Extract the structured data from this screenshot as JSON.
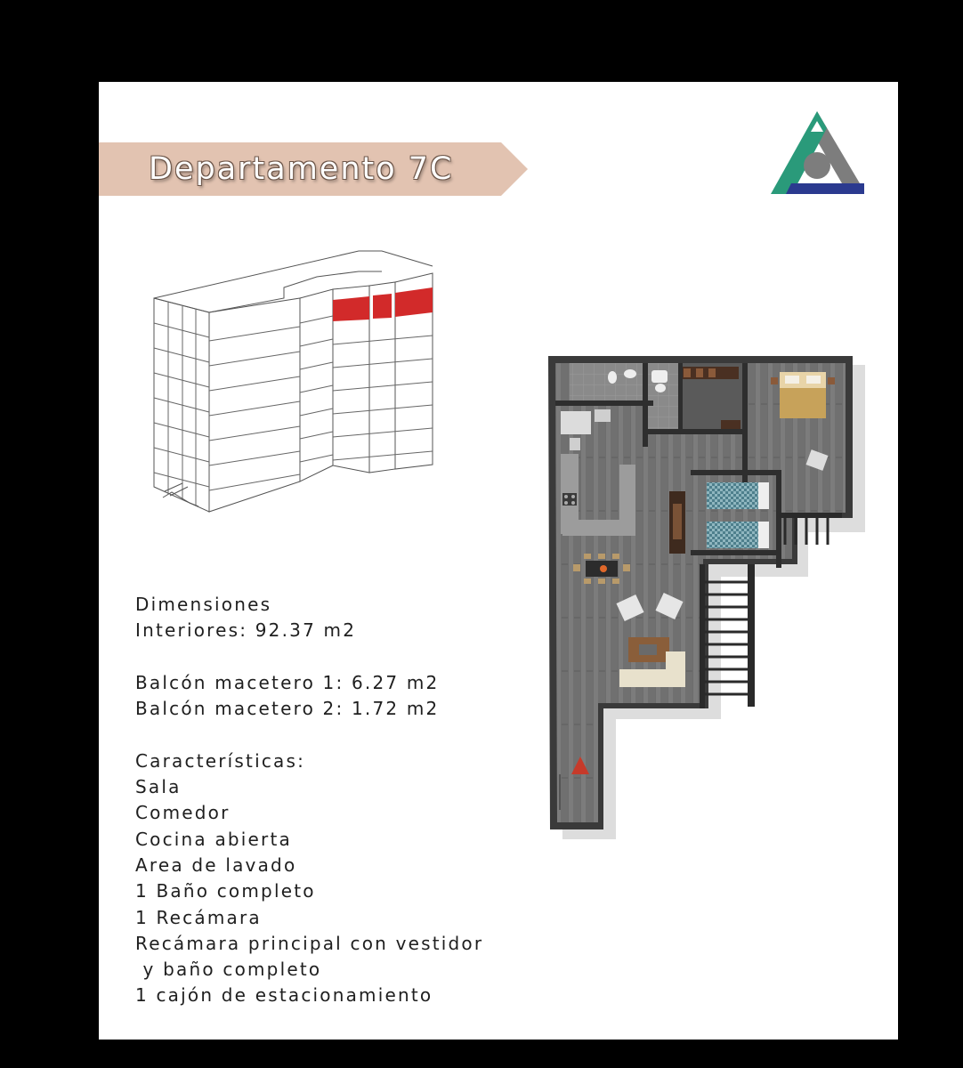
{
  "header": {
    "title": "Departamento 7C",
    "banner_color": "#e2c3b1",
    "banner_text_color": "#ffffff"
  },
  "logo": {
    "icon": "triangle-logo-icon",
    "colors": [
      "#2a9a7a",
      "#2b3a8f",
      "#7d7d7d"
    ]
  },
  "building": {
    "icon": "building-elevation-icon",
    "highlight_color": "#d22a2a"
  },
  "floor_plan": {
    "icon": "floor-plan-icon"
  },
  "dimensions": {
    "heading": "Dimensiones",
    "interiores": "Interiores: 92.37 m2",
    "balcon_1": "Balcón macetero 1: 6.27 m2",
    "balcon_2": "Balcón macetero 2: 1.72 m2"
  },
  "features": {
    "heading": "Características:",
    "items": [
      "Sala",
      "Comedor",
      "Cocina abierta",
      "Area de lavado",
      "1 Baño completo",
      "1 Recámara",
      "Recámara principal con vestidor",
      " y baño completo",
      "1 cajón de estacionamiento"
    ]
  }
}
